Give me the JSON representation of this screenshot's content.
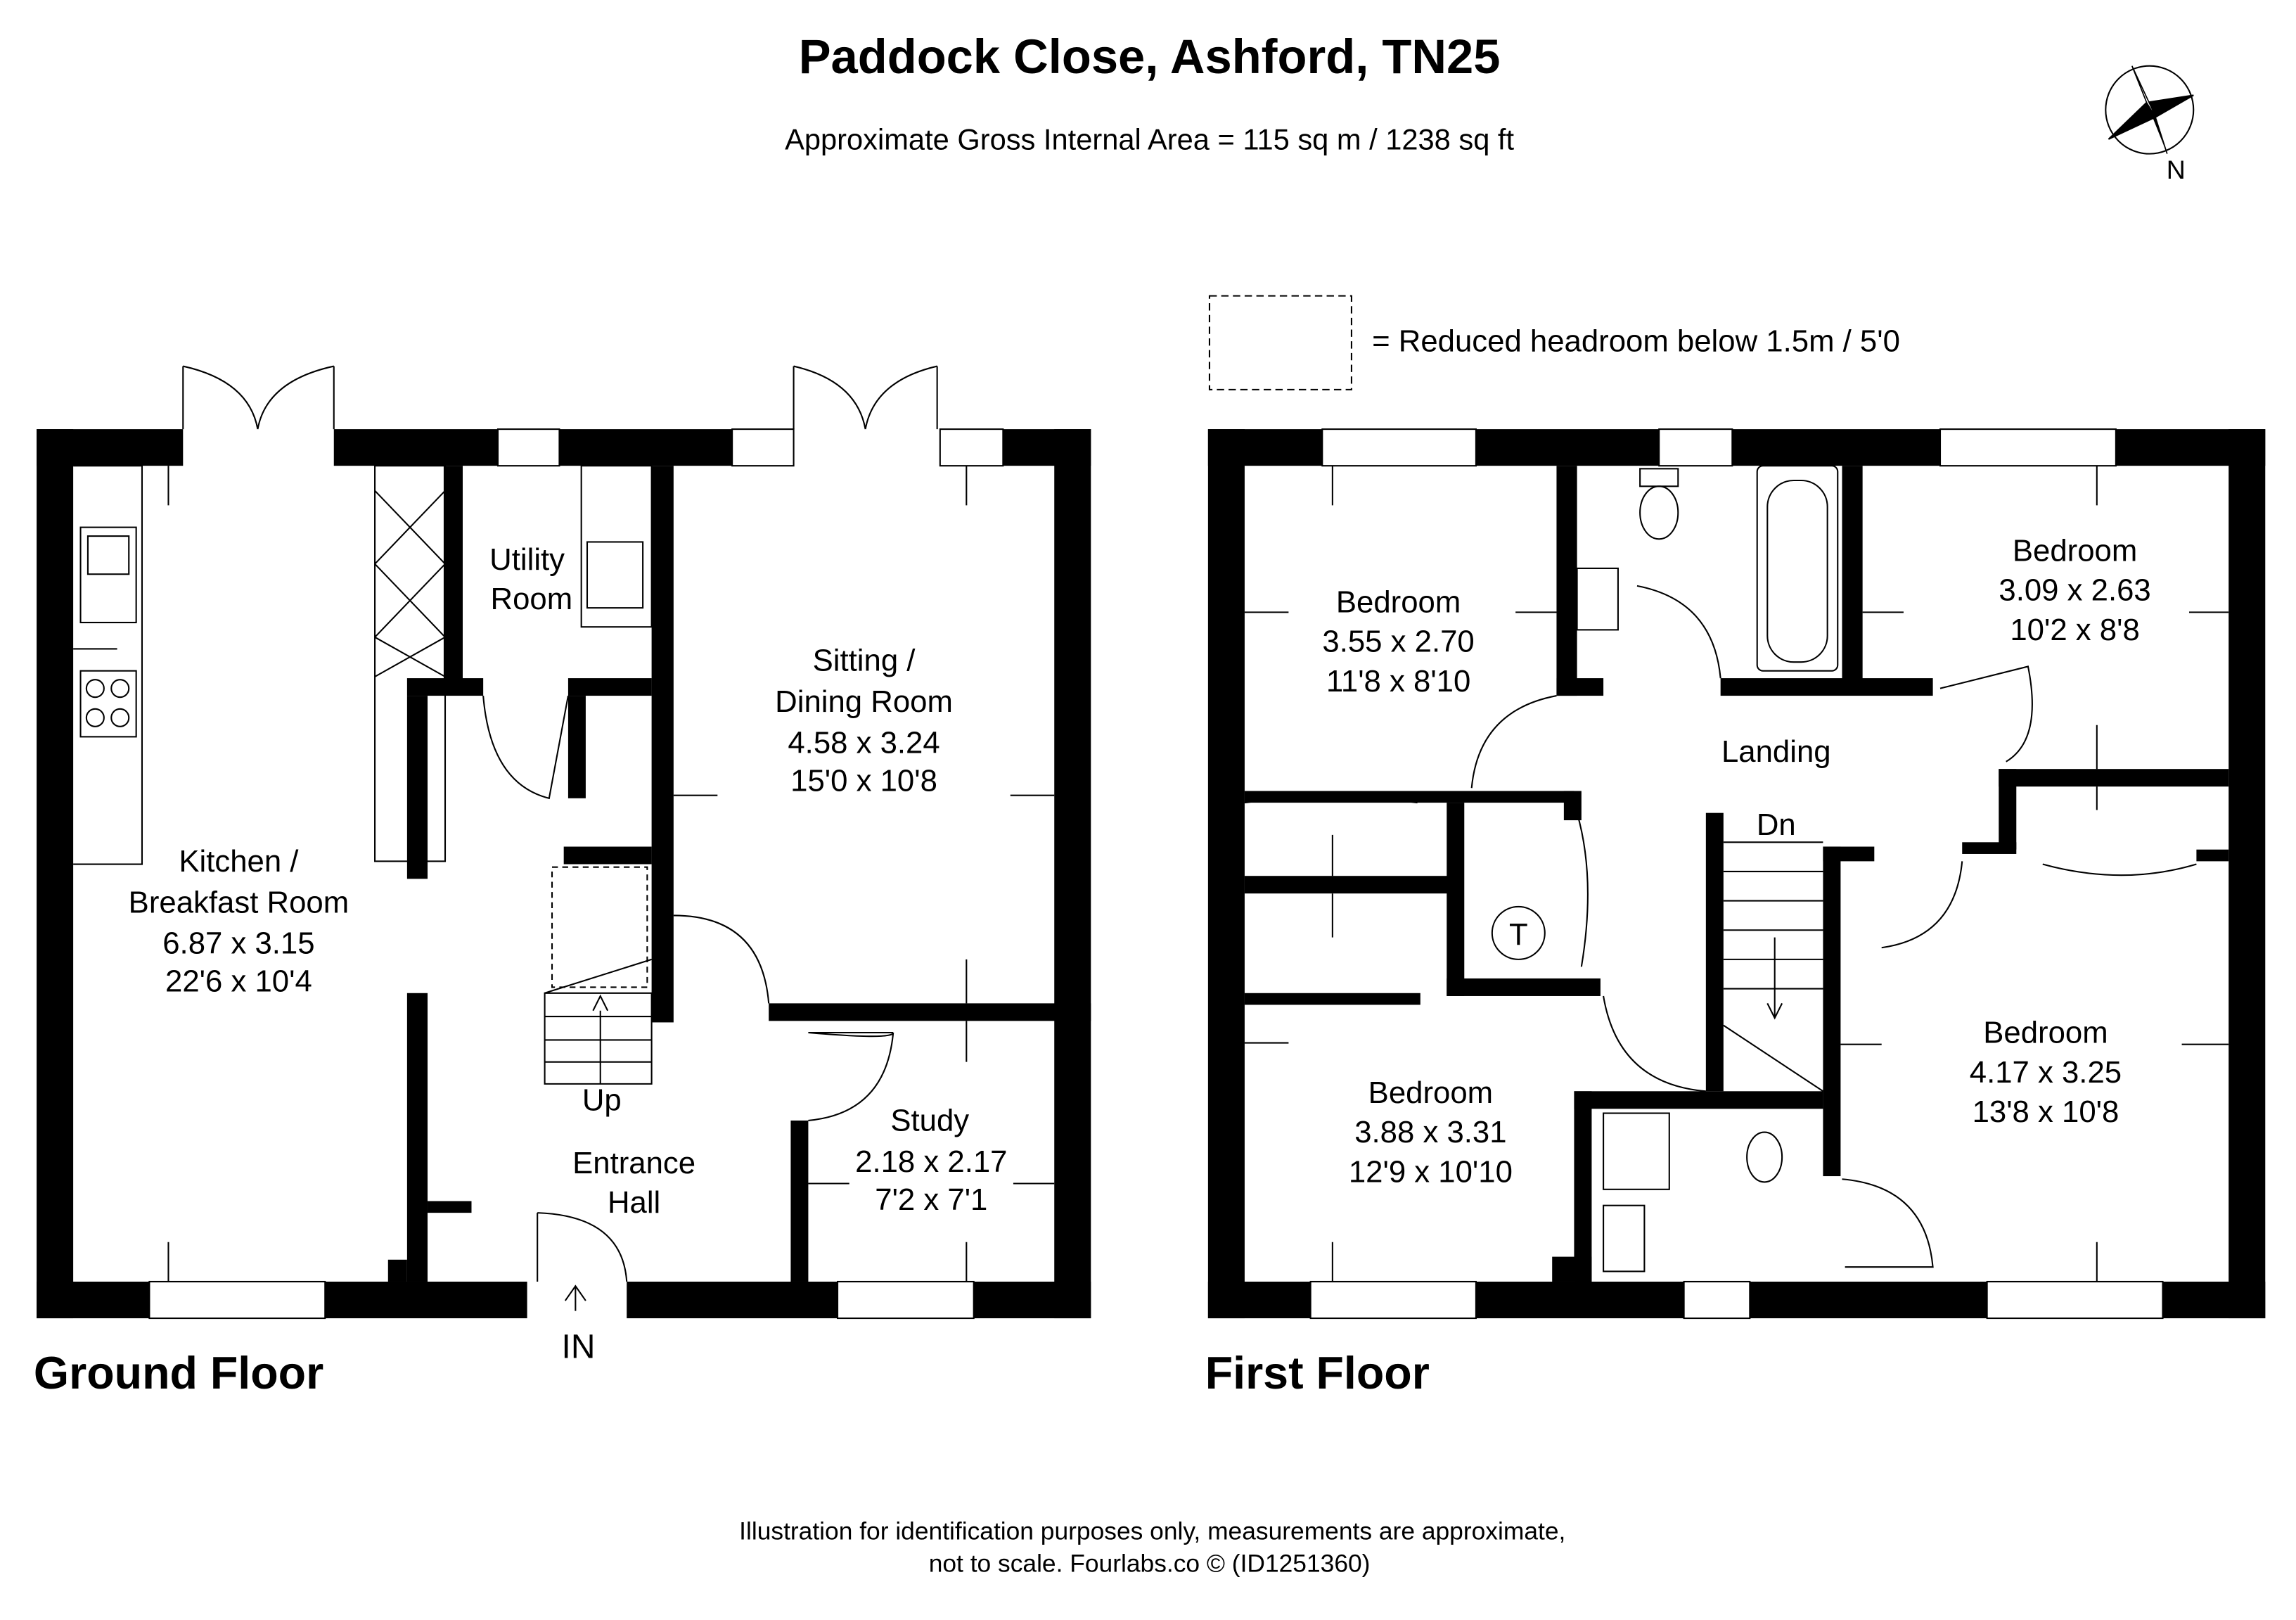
{
  "header": {
    "title": "Paddock Close, Ashford, TN25",
    "subtitle": "Approximate Gross Internal Area = 115 sq m / 1238 sq ft",
    "compass_label": "N"
  },
  "legend": {
    "text": "= Reduced headroom below 1.5m / 5'0"
  },
  "ground_floor": {
    "label": "Ground Floor",
    "rooms": [
      {
        "name1": "Kitchen /",
        "name2": "Breakfast Room",
        "metric": "6.87 x 3.15",
        "imperial": "22'6 x 10'4"
      },
      {
        "name1": "Utility",
        "name2": "Room"
      },
      {
        "name1": "Sitting /",
        "name2": "Dining Room",
        "metric": "4.58 x 3.24",
        "imperial": "15'0 x 10'8"
      },
      {
        "name1": "Entrance",
        "name2": "Hall"
      },
      {
        "name1": "Study",
        "metric": "2.18 x 2.17",
        "imperial": "7'2 x 7'1"
      }
    ],
    "stairs_label": "Up",
    "entrance_label": "IN"
  },
  "first_floor": {
    "label": "First Floor",
    "rooms": [
      {
        "name": "Bedroom",
        "metric": "3.55 x 2.70",
        "imperial": "11'8 x 8'10"
      },
      {
        "name": "Bedroom",
        "metric": "3.09 x 2.63",
        "imperial": "10'2 x 8'8"
      },
      {
        "name": "Landing"
      },
      {
        "name": "Bedroom",
        "metric": "3.88 x 3.31",
        "imperial": "12'9 x 10'10"
      },
      {
        "name": "Bedroom",
        "metric": "4.17 x 3.25",
        "imperial": "13'8 x 10'8"
      }
    ],
    "stairs_label": "Dn",
    "tank_label": "T"
  },
  "footer": {
    "line1": "Illustration for identification purposes only, measurements are approximate,",
    "line2": "not to scale. Fourlabs.co © (ID1251360)"
  }
}
